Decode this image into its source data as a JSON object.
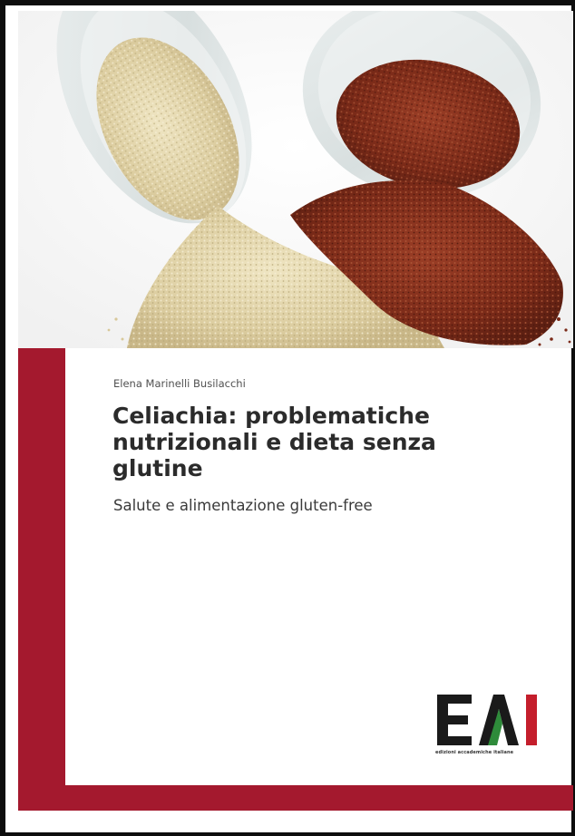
{
  "book": {
    "author": "Elena Marinelli Busilacchi",
    "title": "Celiachia: problematiche nutrizionali e dieta senza glutine",
    "subtitle": "Salute e alimentazione gluten-free"
  },
  "publisher": {
    "logo_text": "EAI",
    "caption": "edizioni accademiche italiane"
  },
  "colors": {
    "brand_red": "#a4192e",
    "logo_black": "#1a1a1a",
    "logo_green": "#2e8b3a",
    "logo_red": "#c41e2c",
    "quinoa_white": "#e0d3a8",
    "quinoa_red": "#7d2e1c"
  },
  "icons": {
    "cover_photo": "quinoa-jars-photo",
    "publisher_logo": "eai-logo"
  }
}
